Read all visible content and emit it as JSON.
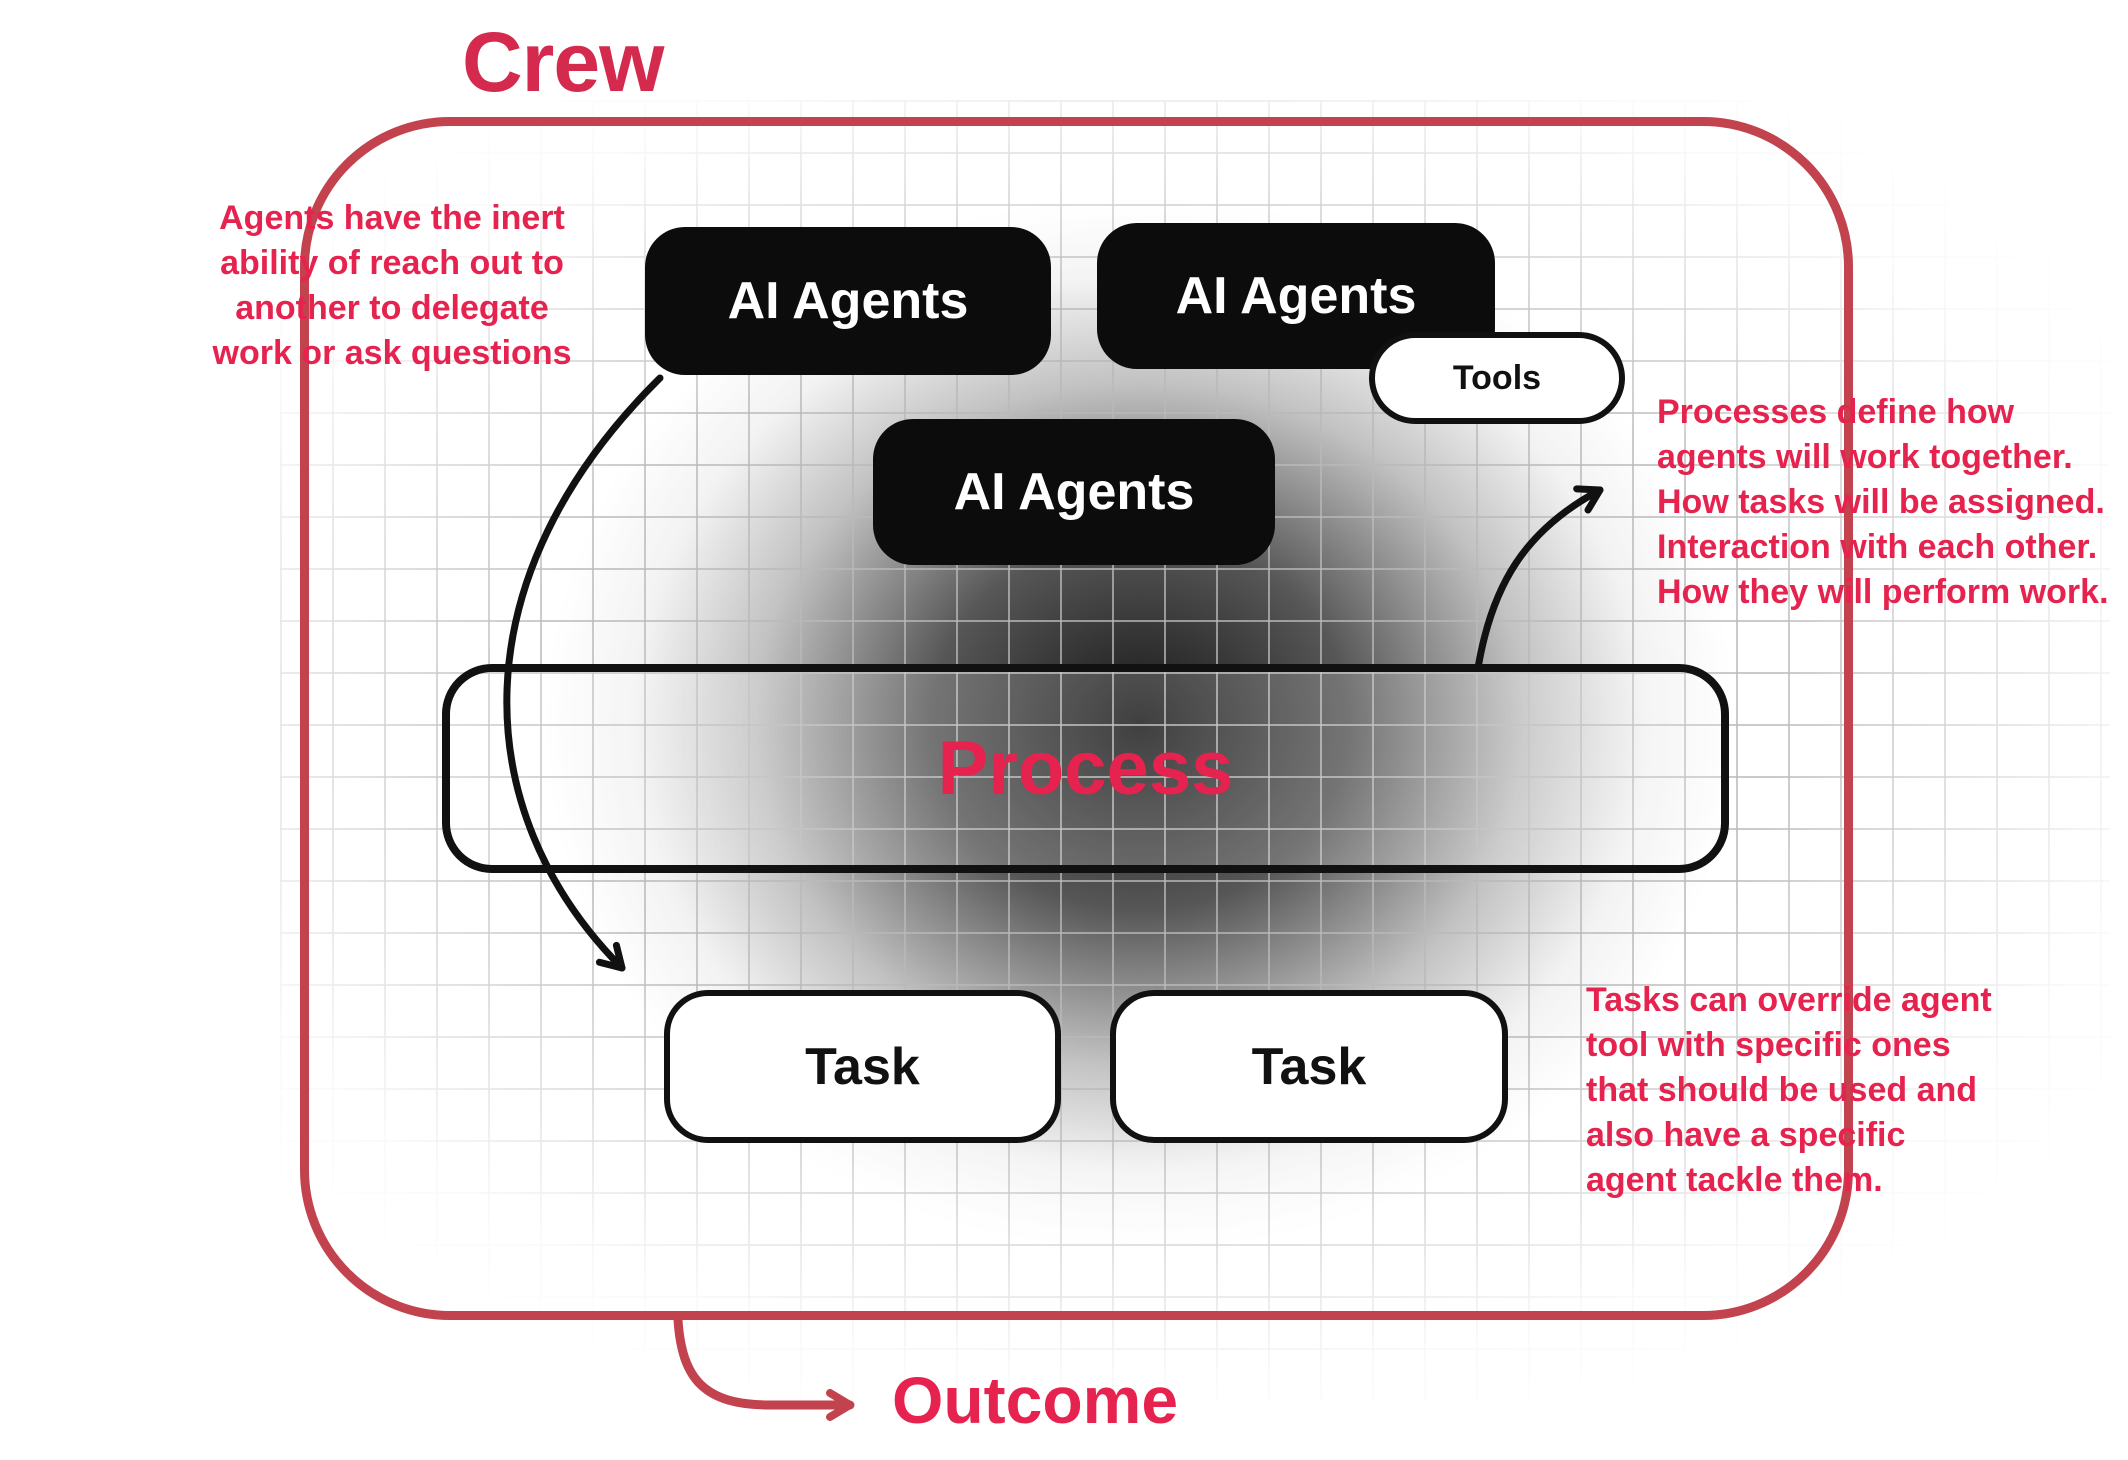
{
  "title": "Crew",
  "outcome_label": "Outcome",
  "boxes": {
    "agent1": "AI Agents",
    "agent2": "AI Agents",
    "agent3": "AI Agents",
    "tools": "Tools",
    "process": "Process",
    "task1": "Task",
    "task2": "Task"
  },
  "annotations": {
    "left": [
      "Agents have the inert",
      "ability of reach out to",
      "another to delegate",
      "work or ask questions"
    ],
    "right_top": [
      "Processes define how",
      "agents will work together.",
      "How tasks will be assigned.",
      "Interaction with each other.",
      "How they will perform work."
    ],
    "right_bottom": [
      "Tasks can override agent",
      "tool with specific ones",
      "that should be used and",
      "also have a specific",
      "agent tackle them."
    ]
  },
  "colors": {
    "accent_text": "#e5234e",
    "border_red": "#c2434e",
    "node_black": "#0c0c0c",
    "node_white": "#ffffff"
  }
}
